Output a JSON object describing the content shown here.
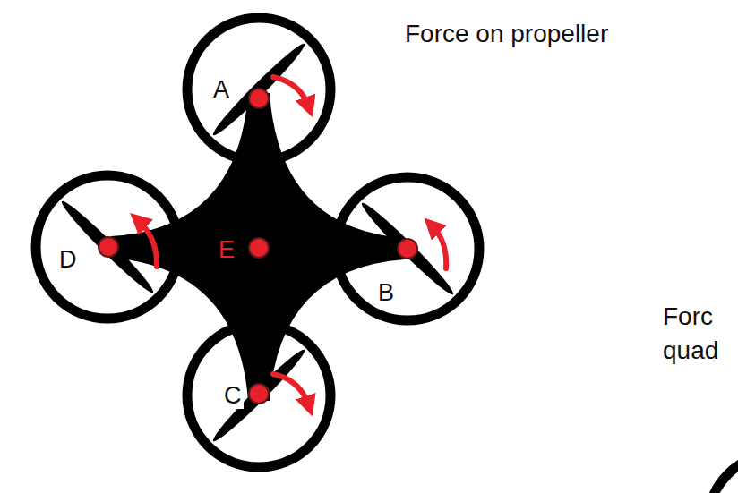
{
  "diagram": {
    "labels": [
      "Force on propeller",
      "A",
      "B",
      "C",
      "D",
      "E",
      "Forc",
      "quad"
    ]
  }
}
